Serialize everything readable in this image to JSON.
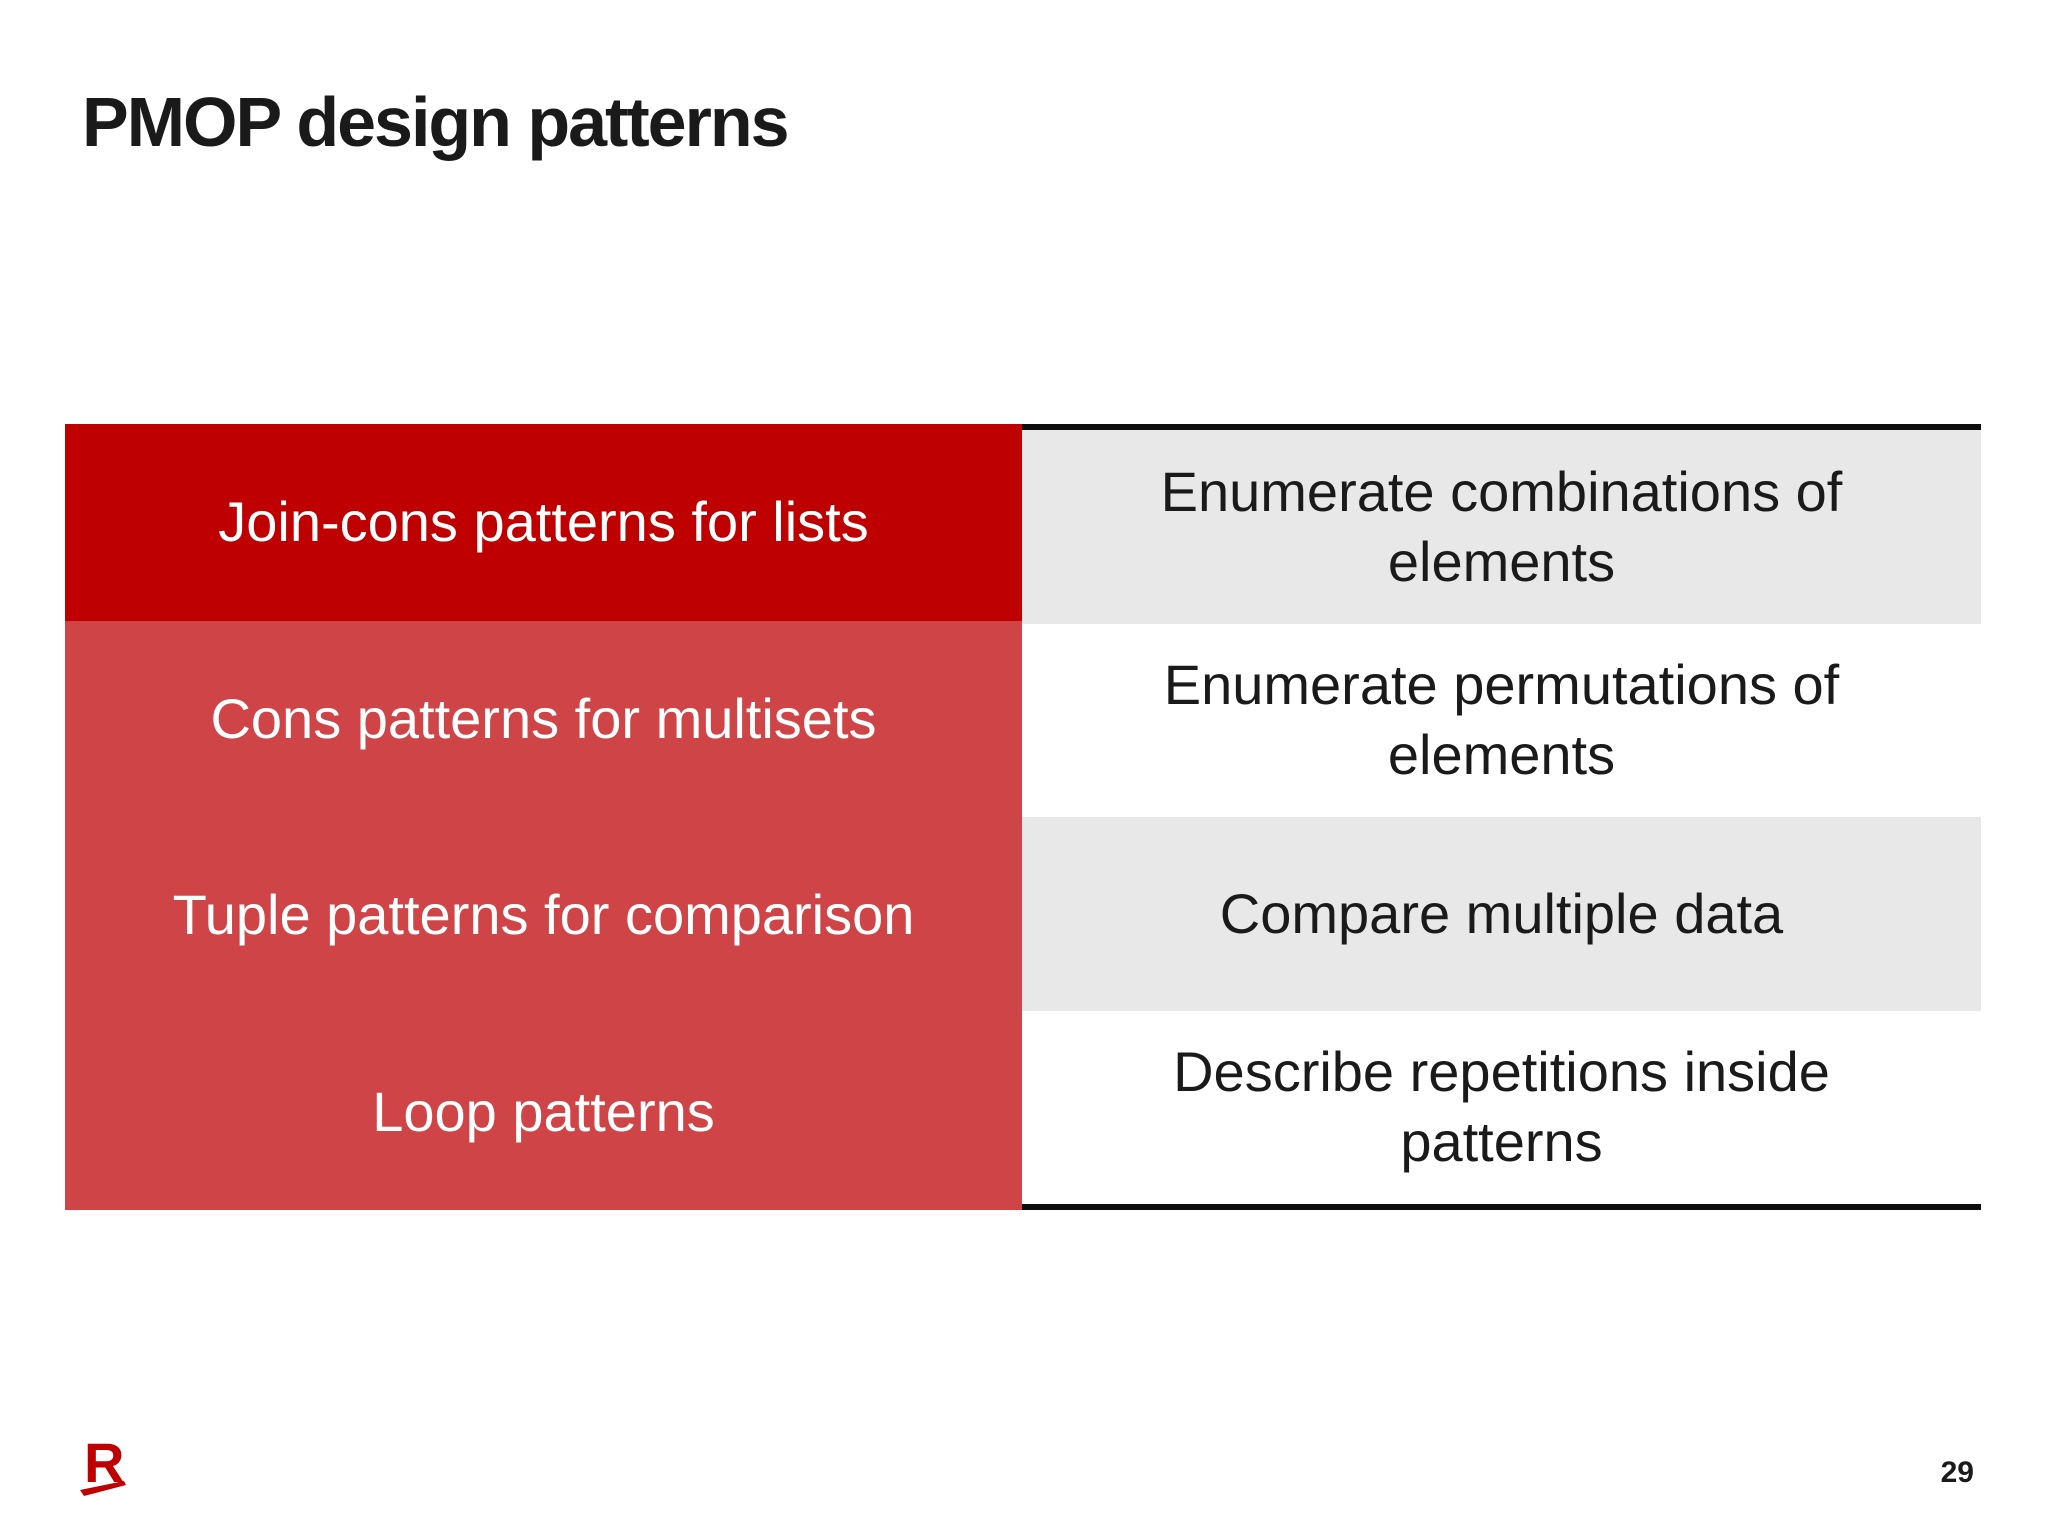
{
  "title": "PMOP design patterns",
  "page_number": "29",
  "table": {
    "rows": [
      {
        "pattern": "Join-cons patterns for lists",
        "description": "Enumerate combinations of elements"
      },
      {
        "pattern": "Cons patterns for multisets",
        "description": "Enumerate permutations of elements"
      },
      {
        "pattern": "Tuple patterns for comparison",
        "description": "Compare multiple data"
      },
      {
        "pattern": "Loop patterns",
        "description": "Describe repetitions inside patterns"
      }
    ]
  },
  "logo": {
    "letter": "R"
  },
  "colors": {
    "primary_red": "#BE0000",
    "secondary_red": "#CF4547",
    "row_alt_gray": "#E8E8E8",
    "border_black": "#0D0D0D",
    "text_dark": "#1A1A1A",
    "text_light": "#FFFFFF"
  }
}
